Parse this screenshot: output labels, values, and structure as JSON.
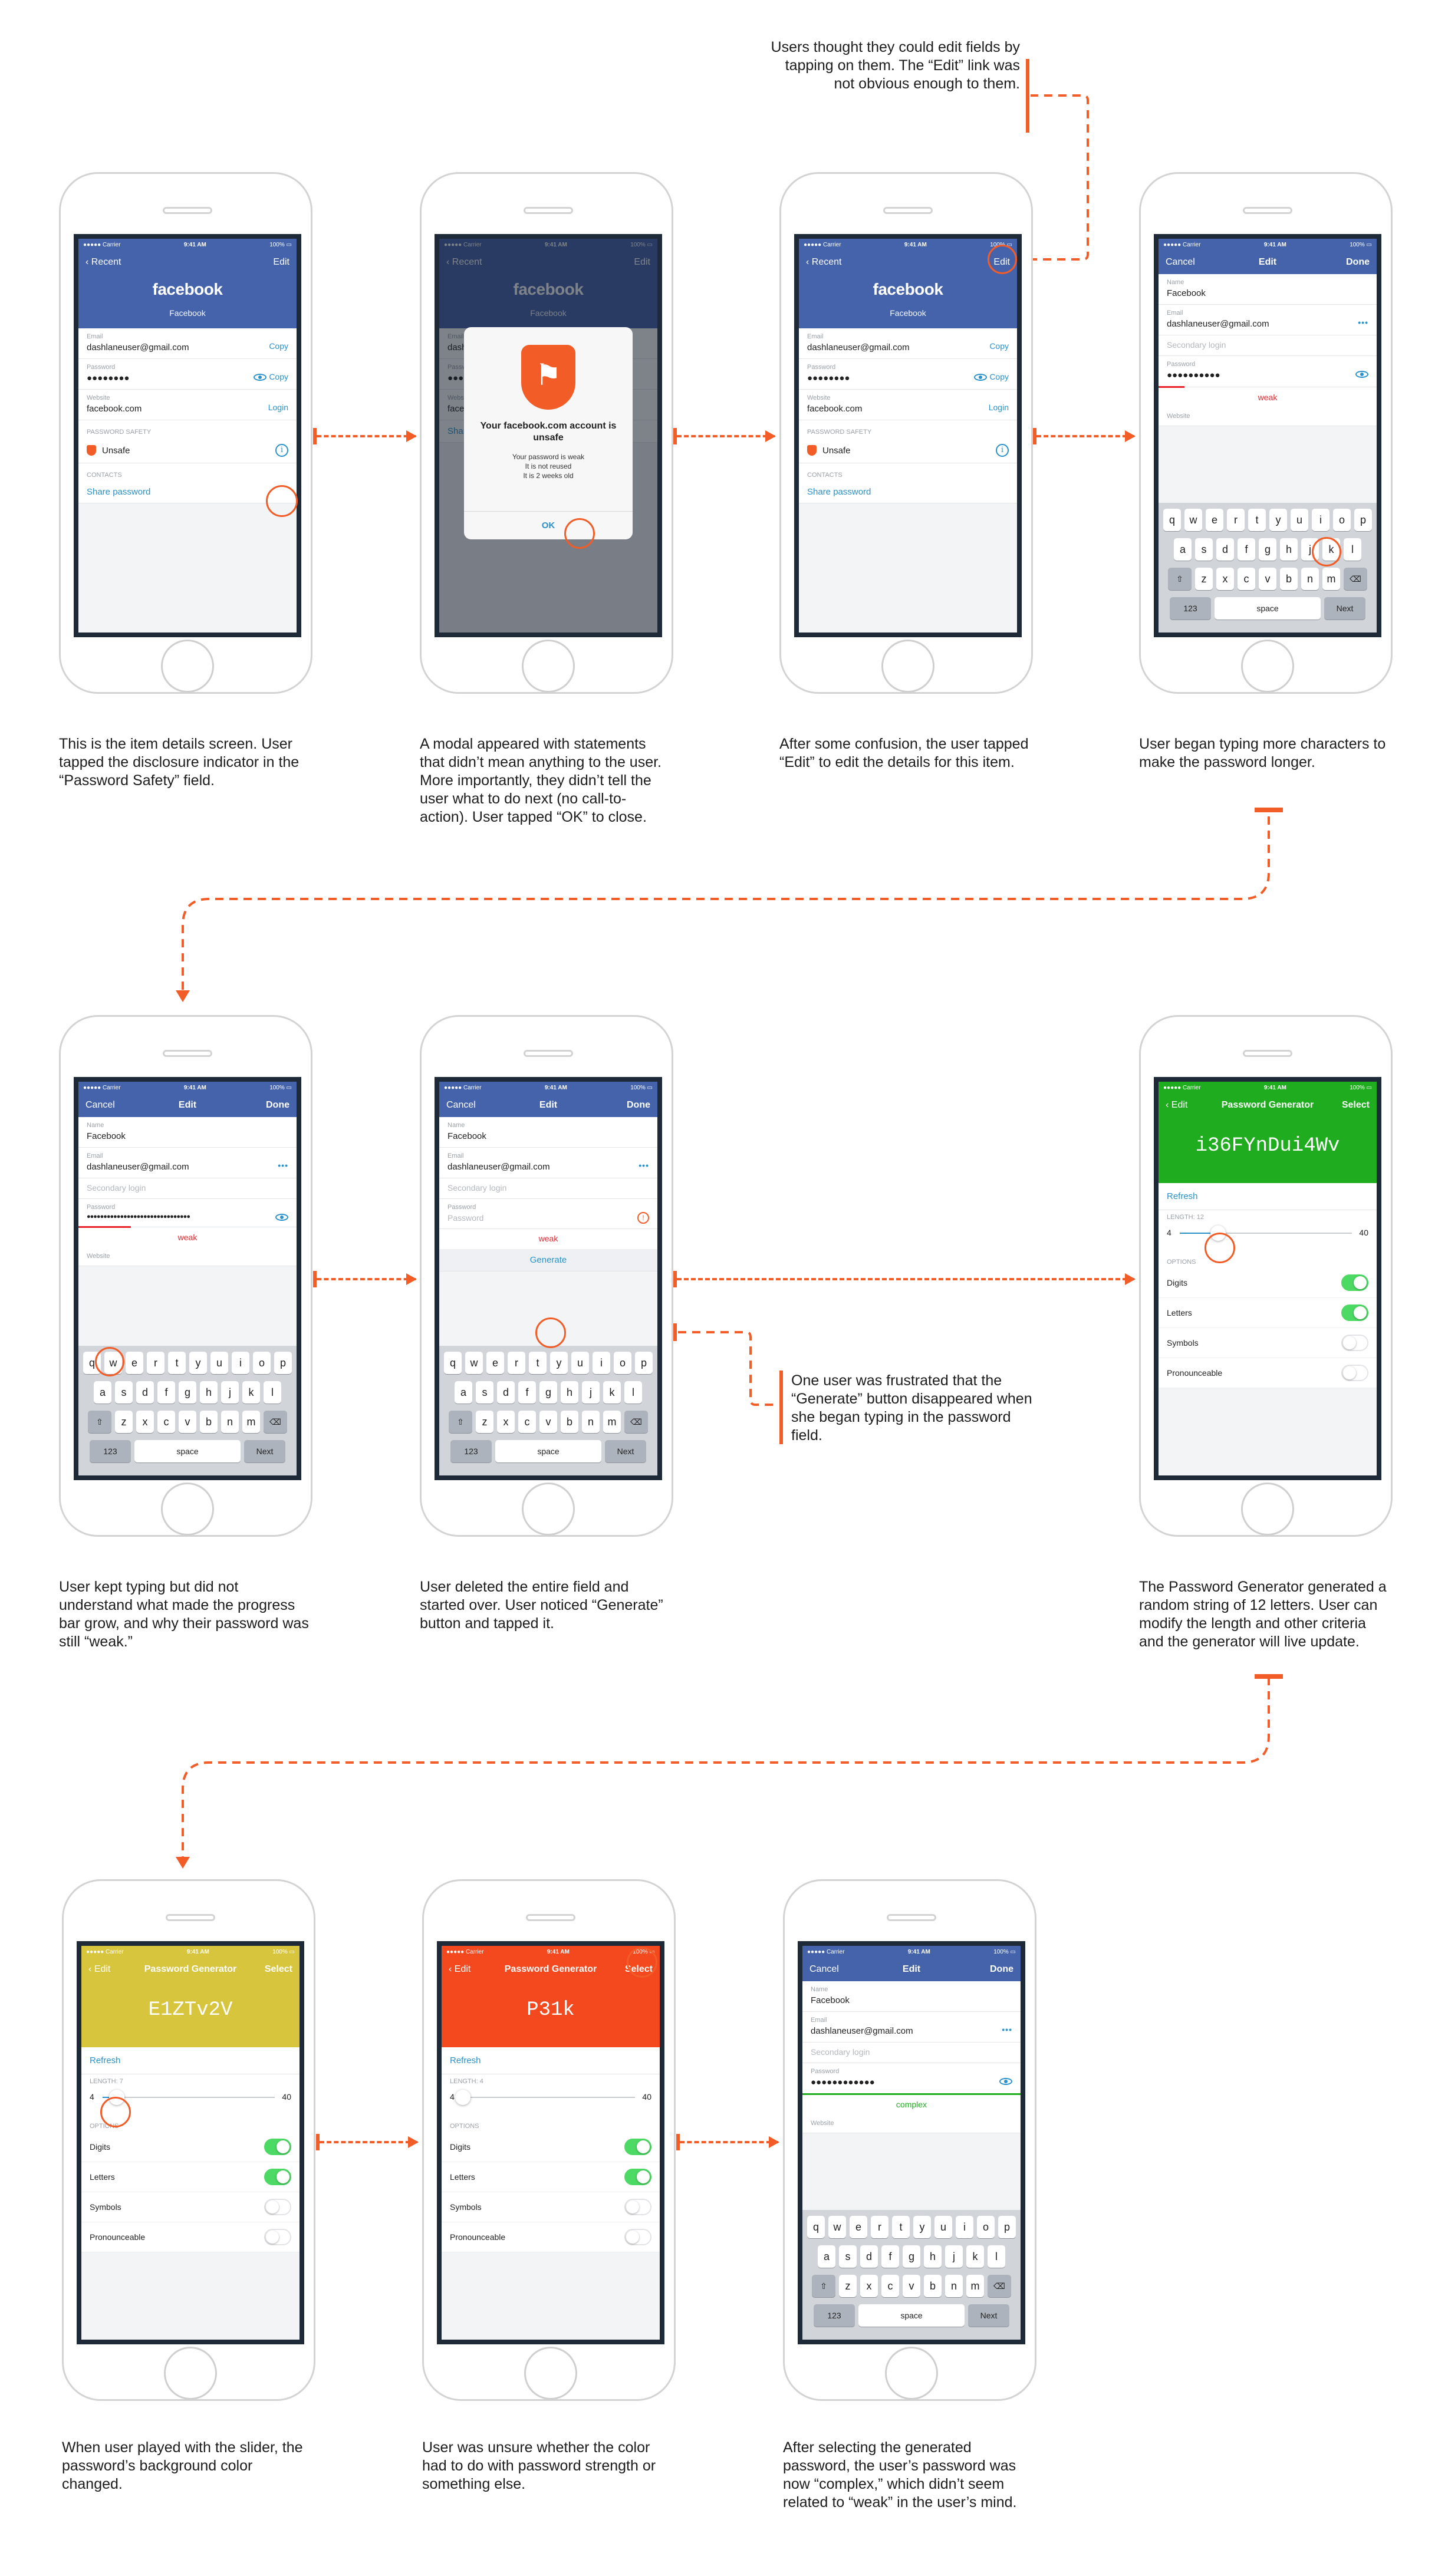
{
  "status": {
    "carrier": "●●●●● Carrier ",
    "time": "9:41 AM",
    "battery": "100% ▭"
  },
  "item": {
    "back": "‹ Recent",
    "edit": "Edit",
    "logo": "facebook",
    "name": "Facebook",
    "email_label": "Email",
    "email": "dashlaneuser@gmail.com",
    "copy": "Copy",
    "password_label": "Password",
    "password_masked": "●●●●●●●●",
    "website_label": "Website",
    "website": "facebook.com",
    "login": "Login",
    "safety_label": "PASSWORD SAFETY",
    "unsafe": "Unsafe",
    "contacts_label": "CONTACTS",
    "share": "Share password"
  },
  "modal": {
    "title": "Your facebook.com account is unsafe",
    "line1": "Your password is weak",
    "line2": "It is not reused",
    "line3": "It is 2 weeks old",
    "ok": "OK"
  },
  "edit": {
    "cancel": "Cancel",
    "title": "Edit",
    "done": "Done",
    "name_label": "Name",
    "name": "Facebook",
    "email_label": "Email",
    "email": "dashlaneuser@gmail.com",
    "secondary_label": "Secondary login",
    "password_label": "Password",
    "password_short": "●●●●●●●●●●",
    "password_long": "●●●●●●●●●●●●●●●●●●●●●●●●●●●●●●●",
    "password_complex": "●●●●●●●●●●●●",
    "website_label": "Website",
    "weak": "weak",
    "complex": "complex",
    "generate": "Generate"
  },
  "keyboard": {
    "row1": [
      "q",
      "w",
      "e",
      "r",
      "t",
      "y",
      "u",
      "i",
      "o",
      "p"
    ],
    "row2": [
      "a",
      "s",
      "d",
      "f",
      "g",
      "h",
      "j",
      "k",
      "l"
    ],
    "row3": [
      "z",
      "x",
      "c",
      "v",
      "b",
      "n",
      "m"
    ],
    "shift": "⇧",
    "delete": "⌫",
    "num": "123",
    "space": "space",
    "next": "Next"
  },
  "generator": {
    "back": "‹ Edit",
    "title": "Password Generator",
    "select": "Select",
    "refresh": "Refresh",
    "options_label": "OPTIONS",
    "min": "4",
    "max": "40",
    "digits": "Digits",
    "letters": "Letters",
    "symbols": "Symbols",
    "pronounceable": "Pronounceable",
    "screens": [
      {
        "password": "i36FYnDui4Wv",
        "length_label": "LENGTH: 12",
        "length": 12,
        "color": "#1fad1f"
      },
      {
        "password": "E1ZTv2V",
        "length_label": "LENGTH: 7",
        "length": 7,
        "color": "#d8c53e"
      },
      {
        "password": "P31k",
        "length_label": "LENGTH: 4",
        "length": 4,
        "color": "#f4481f"
      }
    ]
  },
  "colors": {
    "accent": "#f25c27",
    "brand": "#4463ab",
    "link": "#2a92c9",
    "weak": "#e8232a",
    "complex": "#1fad1f"
  },
  "captions": [
    "This is the item details screen. User tapped the disclosure indicator in the “Password Safety” field.",
    "A modal appeared with statements that didn’t mean anything to the user. More importantly, they didn’t tell the user what to do next (no call-to-action). User tapped “OK” to close.",
    "After some confusion, the user tapped “Edit” to edit the details for this item.",
    "User began typing more characters to make the password longer.",
    "User kept typing but did not understand what made the progress bar grow, and why their password was still “weak.”",
    "User deleted the entire field and started over. User noticed “Generate” button and tapped it.",
    "The Password Generator generated a random string of 12 letters. User can modify the length and other criteria and the generator will live update.",
    "When user played with the slider, the password’s background color changed.",
    "User was unsure whether the color had to do with password strength or something else.",
    "After selecting the generated password, the user’s password was now “complex,” which didn’t seem related to “weak” in the user’s mind."
  ],
  "notes": {
    "edit_link": "Users thought they could edit fields by tapping on them. The “Edit” link was not obvious enough to them.",
    "generate_btn": "One user was frustrated that the “Generate” button disappeared when she began typing in the password field."
  }
}
